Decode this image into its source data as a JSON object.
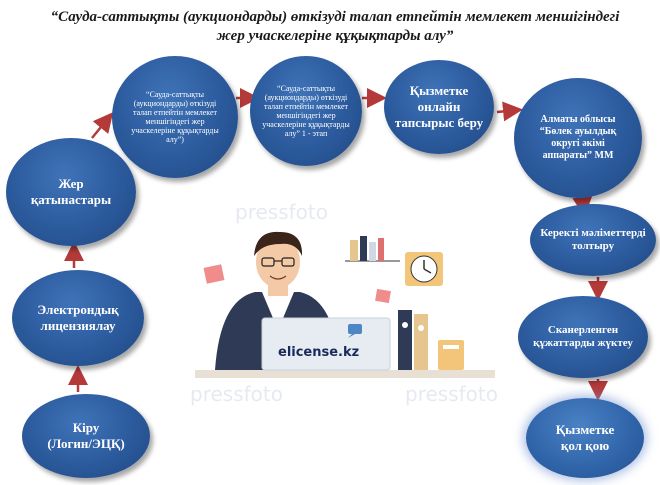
{
  "title": "“Сауда-саттықты (аукциондарды) өткізуді талап етпейтін мемлекет меншігіндегі жер учаскелеріне құқықтарды алу”",
  "nodes": {
    "login": "Кіру\n(Логин/ЭЦҚ)",
    "elicensing": "Электрондық лицензиялау",
    "land_relations": "Жер қатынастары",
    "service_name": "“Сауда-саттықты (аукциондарды) өткізуді талап етпейтін мемлекет меншігіндегі жер учаскелеріне құқықтарды алу”)",
    "stage1": "“Сауда-саттықты (аукциондарды) өткізуді талап етпейтін мемлекет меншігіндегі жер учаскелеріне құқықтарды алу” 1 - этап",
    "online_request": "Қызметке онлайн тапсырыс беру",
    "akimat": "Алматы облысы “Бөлек ауылдық округі әкімі аппараты” ММ",
    "fill_data": "Керекті мәліметтерді толтыру",
    "upload_docs": "Сканерленген құжаттарды жүктеу",
    "sign": "Қызметке қол қою"
  },
  "brand": "elicense.kz",
  "watermark": "pressfoto",
  "colors": {
    "node_blue": "#2b5a9c",
    "arrow": "#b43a3a",
    "title_text": "#1a1a1a"
  }
}
